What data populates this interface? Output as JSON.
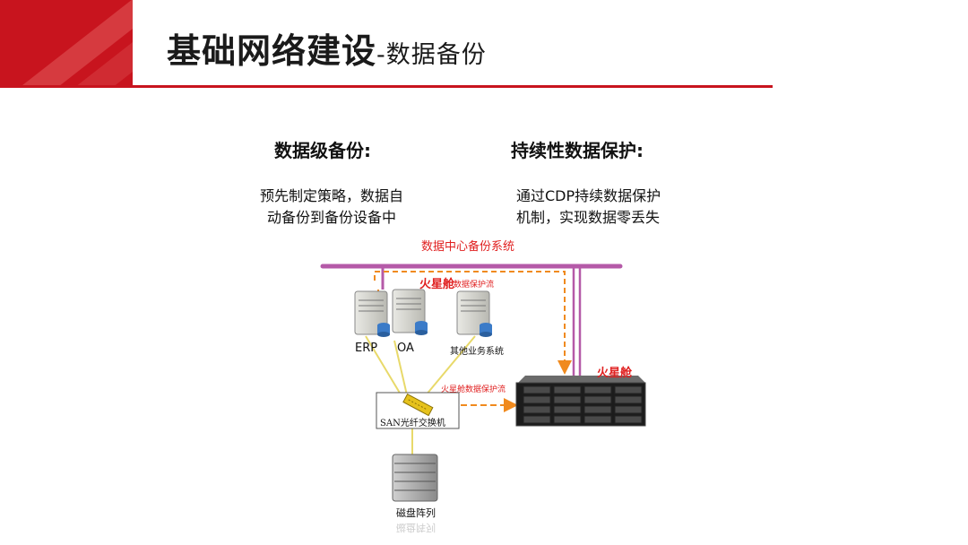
{
  "title": {
    "main": "基础网络建设",
    "sub": "-数据备份"
  },
  "columns": [
    {
      "heading": "数据级备份:",
      "lines": [
        "预先制定策略，数据自",
        "动备份到备份设备中"
      ]
    },
    {
      "heading": "持续性数据保护:",
      "lines": [
        "通过CDP持续数据保护",
        "机制，实现数据零丢失"
      ]
    }
  ],
  "diagram": {
    "backup_system_label": "数据中心备份系统",
    "brand": "火星舱",
    "flow_label_top": "数据保护流",
    "flow_label_mid": "火星舱数据保护流",
    "servers": [
      "ERP",
      "OA",
      "其他业务系统"
    ],
    "switch_label": "SAN光纤交换机",
    "storage_brand": "火星舱",
    "disk_array_label": "磁盘阵列",
    "colors": {
      "bus": "#b55aa8",
      "flow": "#f08a1e",
      "label_red": "#e02020",
      "link": "#e8d96a"
    }
  }
}
